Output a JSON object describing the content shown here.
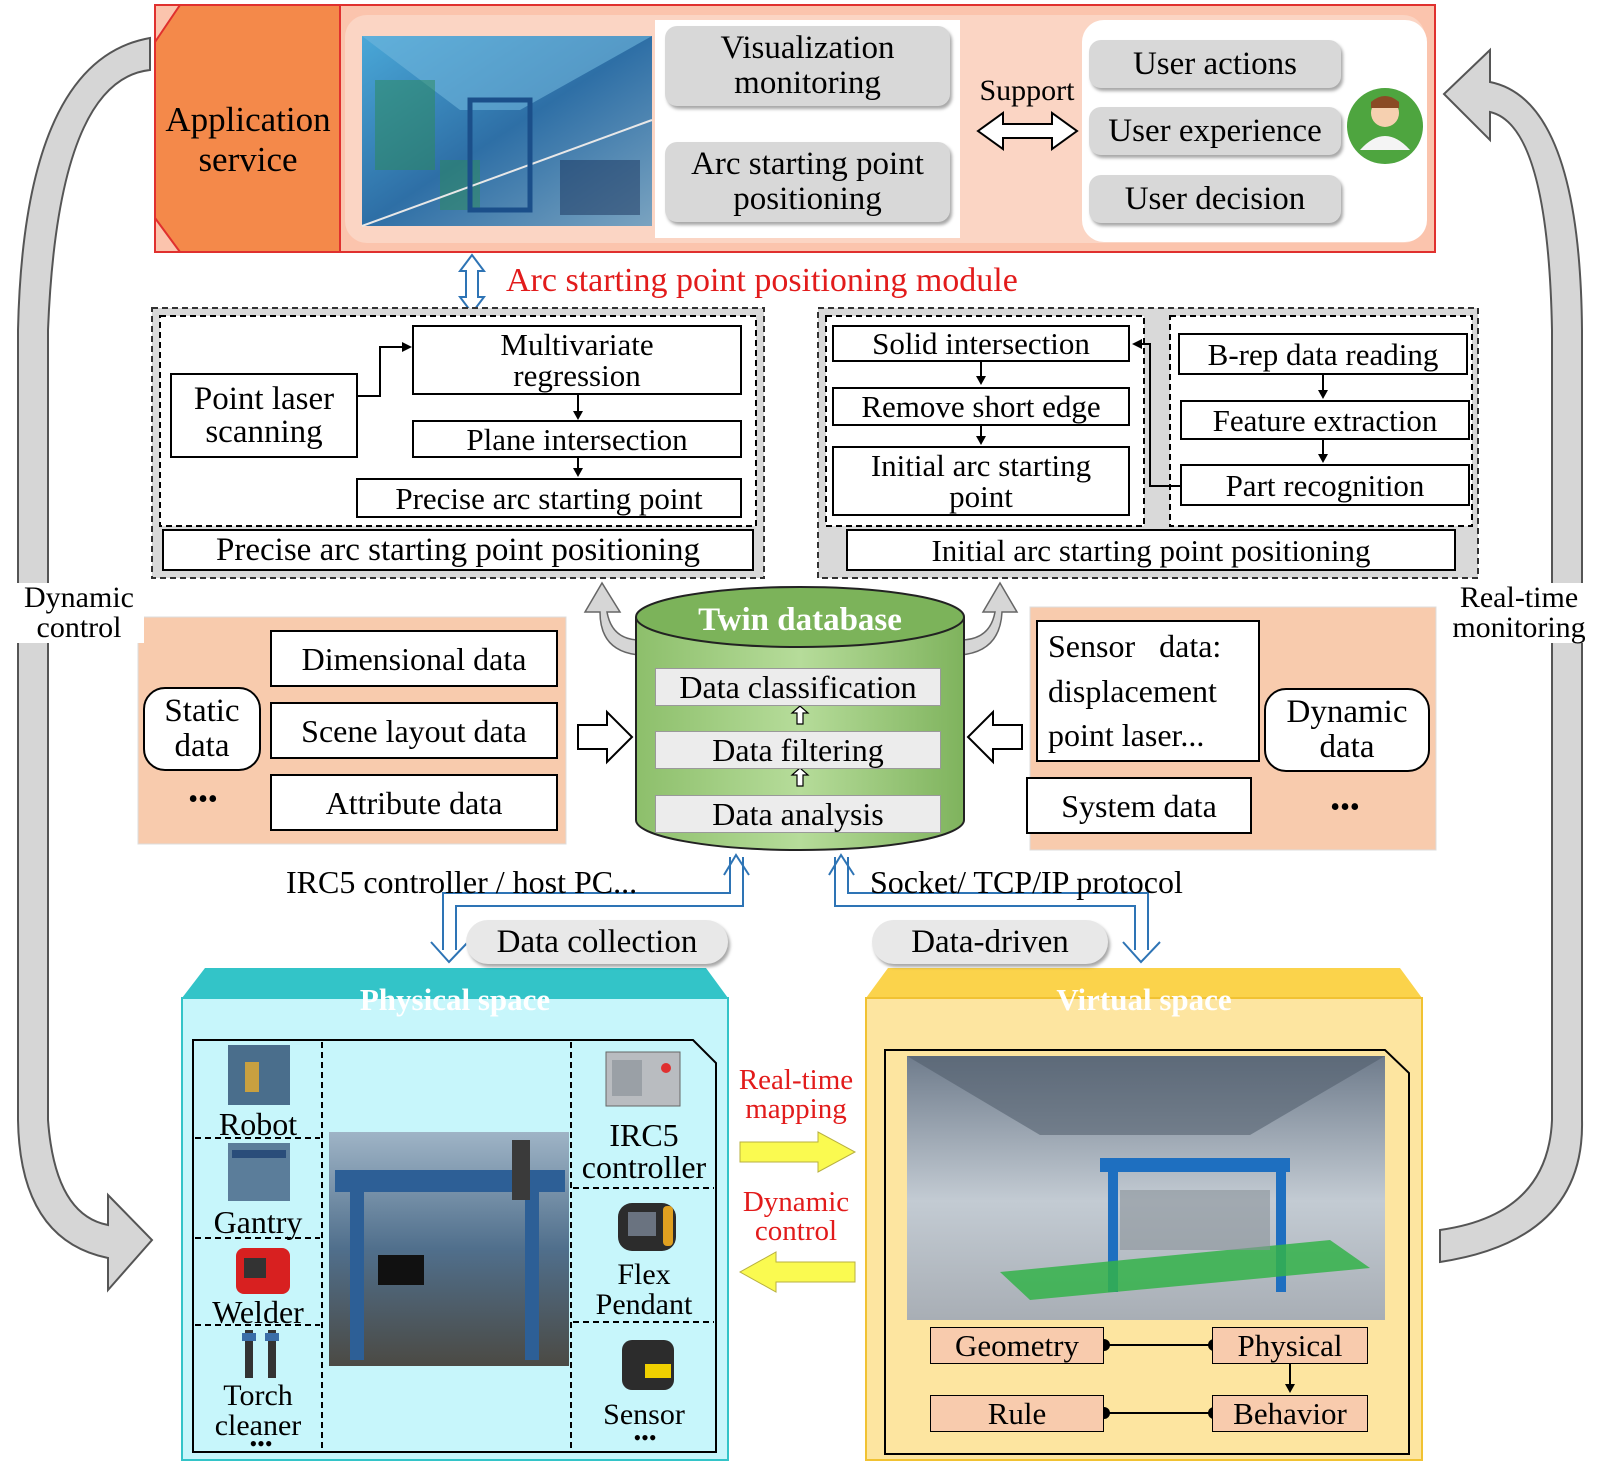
{
  "app": {
    "title": "Application service",
    "title_line1": "Application",
    "title_line2": "service",
    "vis_line1": "Visualization",
    "vis_line2": "monitoring",
    "arc_line1": "Arc starting point",
    "arc_line2": "positioning",
    "support": "Support",
    "user_actions": "User actions",
    "user_experience": "User experience",
    "user_decision": "User decision"
  },
  "module_title": "Arc starting point positioning module",
  "precise": {
    "point_laser_line1": "Point laser",
    "point_laser_line2": "scanning",
    "mvr_line1": "Multivariate",
    "mvr_line2": "regression",
    "plane": "Plane intersection",
    "precise_point": "Precise arc starting point",
    "footer": "Precise arc starting point positioning"
  },
  "initial": {
    "solid": "Solid intersection",
    "remove": "Remove short edge",
    "initial_line1": "Initial arc starting",
    "initial_line2": "point",
    "brep": "B-rep data reading",
    "feature": "Feature extraction",
    "part": "Part recognition",
    "footer": "Initial  arc starting point positioning"
  },
  "side": {
    "left_line1": "Dynamic",
    "left_line2": "control",
    "right_line1": "Real-time",
    "right_line2": "monitoring"
  },
  "static": {
    "label_line1": "Static",
    "label_line2": "data",
    "dimensional": "Dimensional data",
    "scene": "Scene layout data",
    "attribute": "Attribute data",
    "more": "•••"
  },
  "twin": {
    "title": "Twin database",
    "classification": "Data classification",
    "filtering": "Data filtering",
    "analysis": "Data analysis"
  },
  "dynamic": {
    "sensor_line1": "Sensor   data:",
    "sensor_line2": "displacement",
    "sensor_line3": "point laser...",
    "system": "System data",
    "label_line1": "Dynamic",
    "label_line2": "data",
    "more": "•••"
  },
  "links": {
    "irc5_host": "IRC5 controller / host PC...",
    "socket": "Socket/ TCP/IP protocol",
    "collection": "Data collection",
    "driven": "Data-driven"
  },
  "physical": {
    "title": "Physical space",
    "robot": "Robot",
    "gantry": "Gantry",
    "welder": "Welder",
    "torch_line1": "Torch",
    "torch_line2": "cleaner",
    "irc5_line1": "IRC5",
    "irc5_line2": "controller",
    "flex_line1": "Flex",
    "flex_line2": "Pendant",
    "sensor": "Sensor",
    "more": "•••"
  },
  "mapping": {
    "rt_line1": "Real-time",
    "rt_line2": "mapping",
    "dc_line1": "Dynamic",
    "dc_line2": "control"
  },
  "virtual": {
    "title": "Virtual space",
    "geometry": "Geometry",
    "physical": "Physical",
    "rule": "Rule",
    "behavior": "Behavior"
  },
  "colors": {
    "app_bg": "#fbc4ad",
    "app_label": "#f4894a",
    "app_border": "#e0302e",
    "module_red": "#e21b1b",
    "salmon": "#f8cbad",
    "twin_green": "#a9d18e",
    "physical_header": "#33c4c8",
    "physical_body": "#c7f6fb",
    "virtual_header": "#fbd34b",
    "virtual_body": "#fde5a0",
    "arrow_yellow": "#fafa50",
    "link_blue": "#2e74b5"
  }
}
